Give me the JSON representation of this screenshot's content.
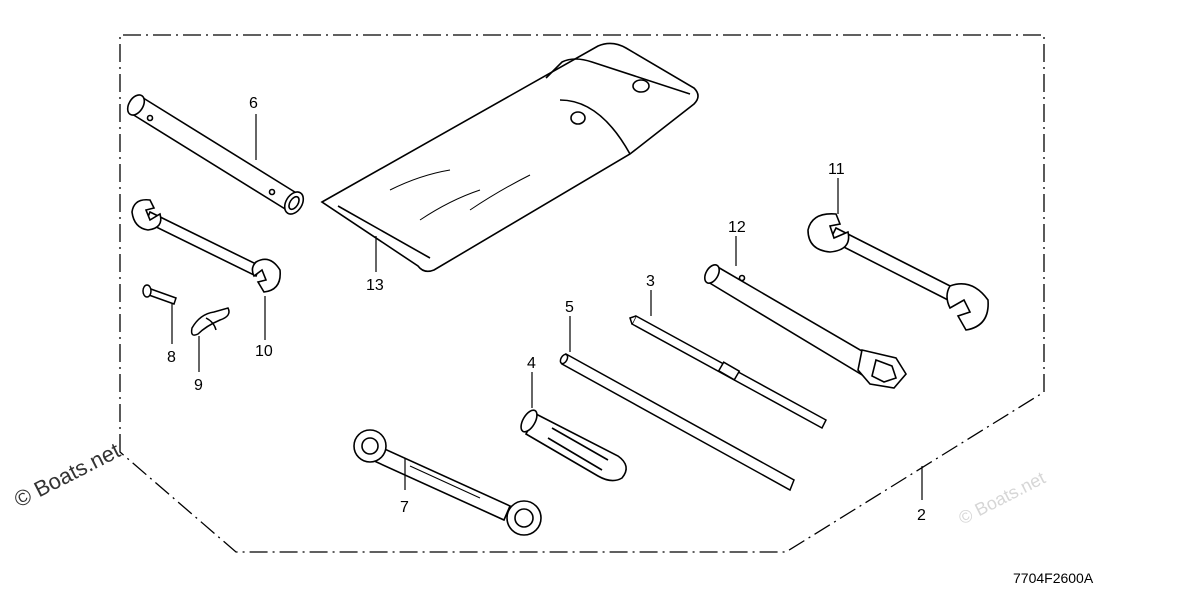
{
  "callouts": {
    "c2": "2",
    "c3": "3",
    "c4": "4",
    "c5": "5",
    "c6": "6",
    "c7": "7",
    "c8": "8",
    "c9": "9",
    "c10": "10",
    "c11": "11",
    "c12": "12",
    "c13": "13"
  },
  "reference_code": "7704F2600A",
  "watermark": {
    "main": "© Boats.net",
    "faint": "© Boats.net"
  }
}
